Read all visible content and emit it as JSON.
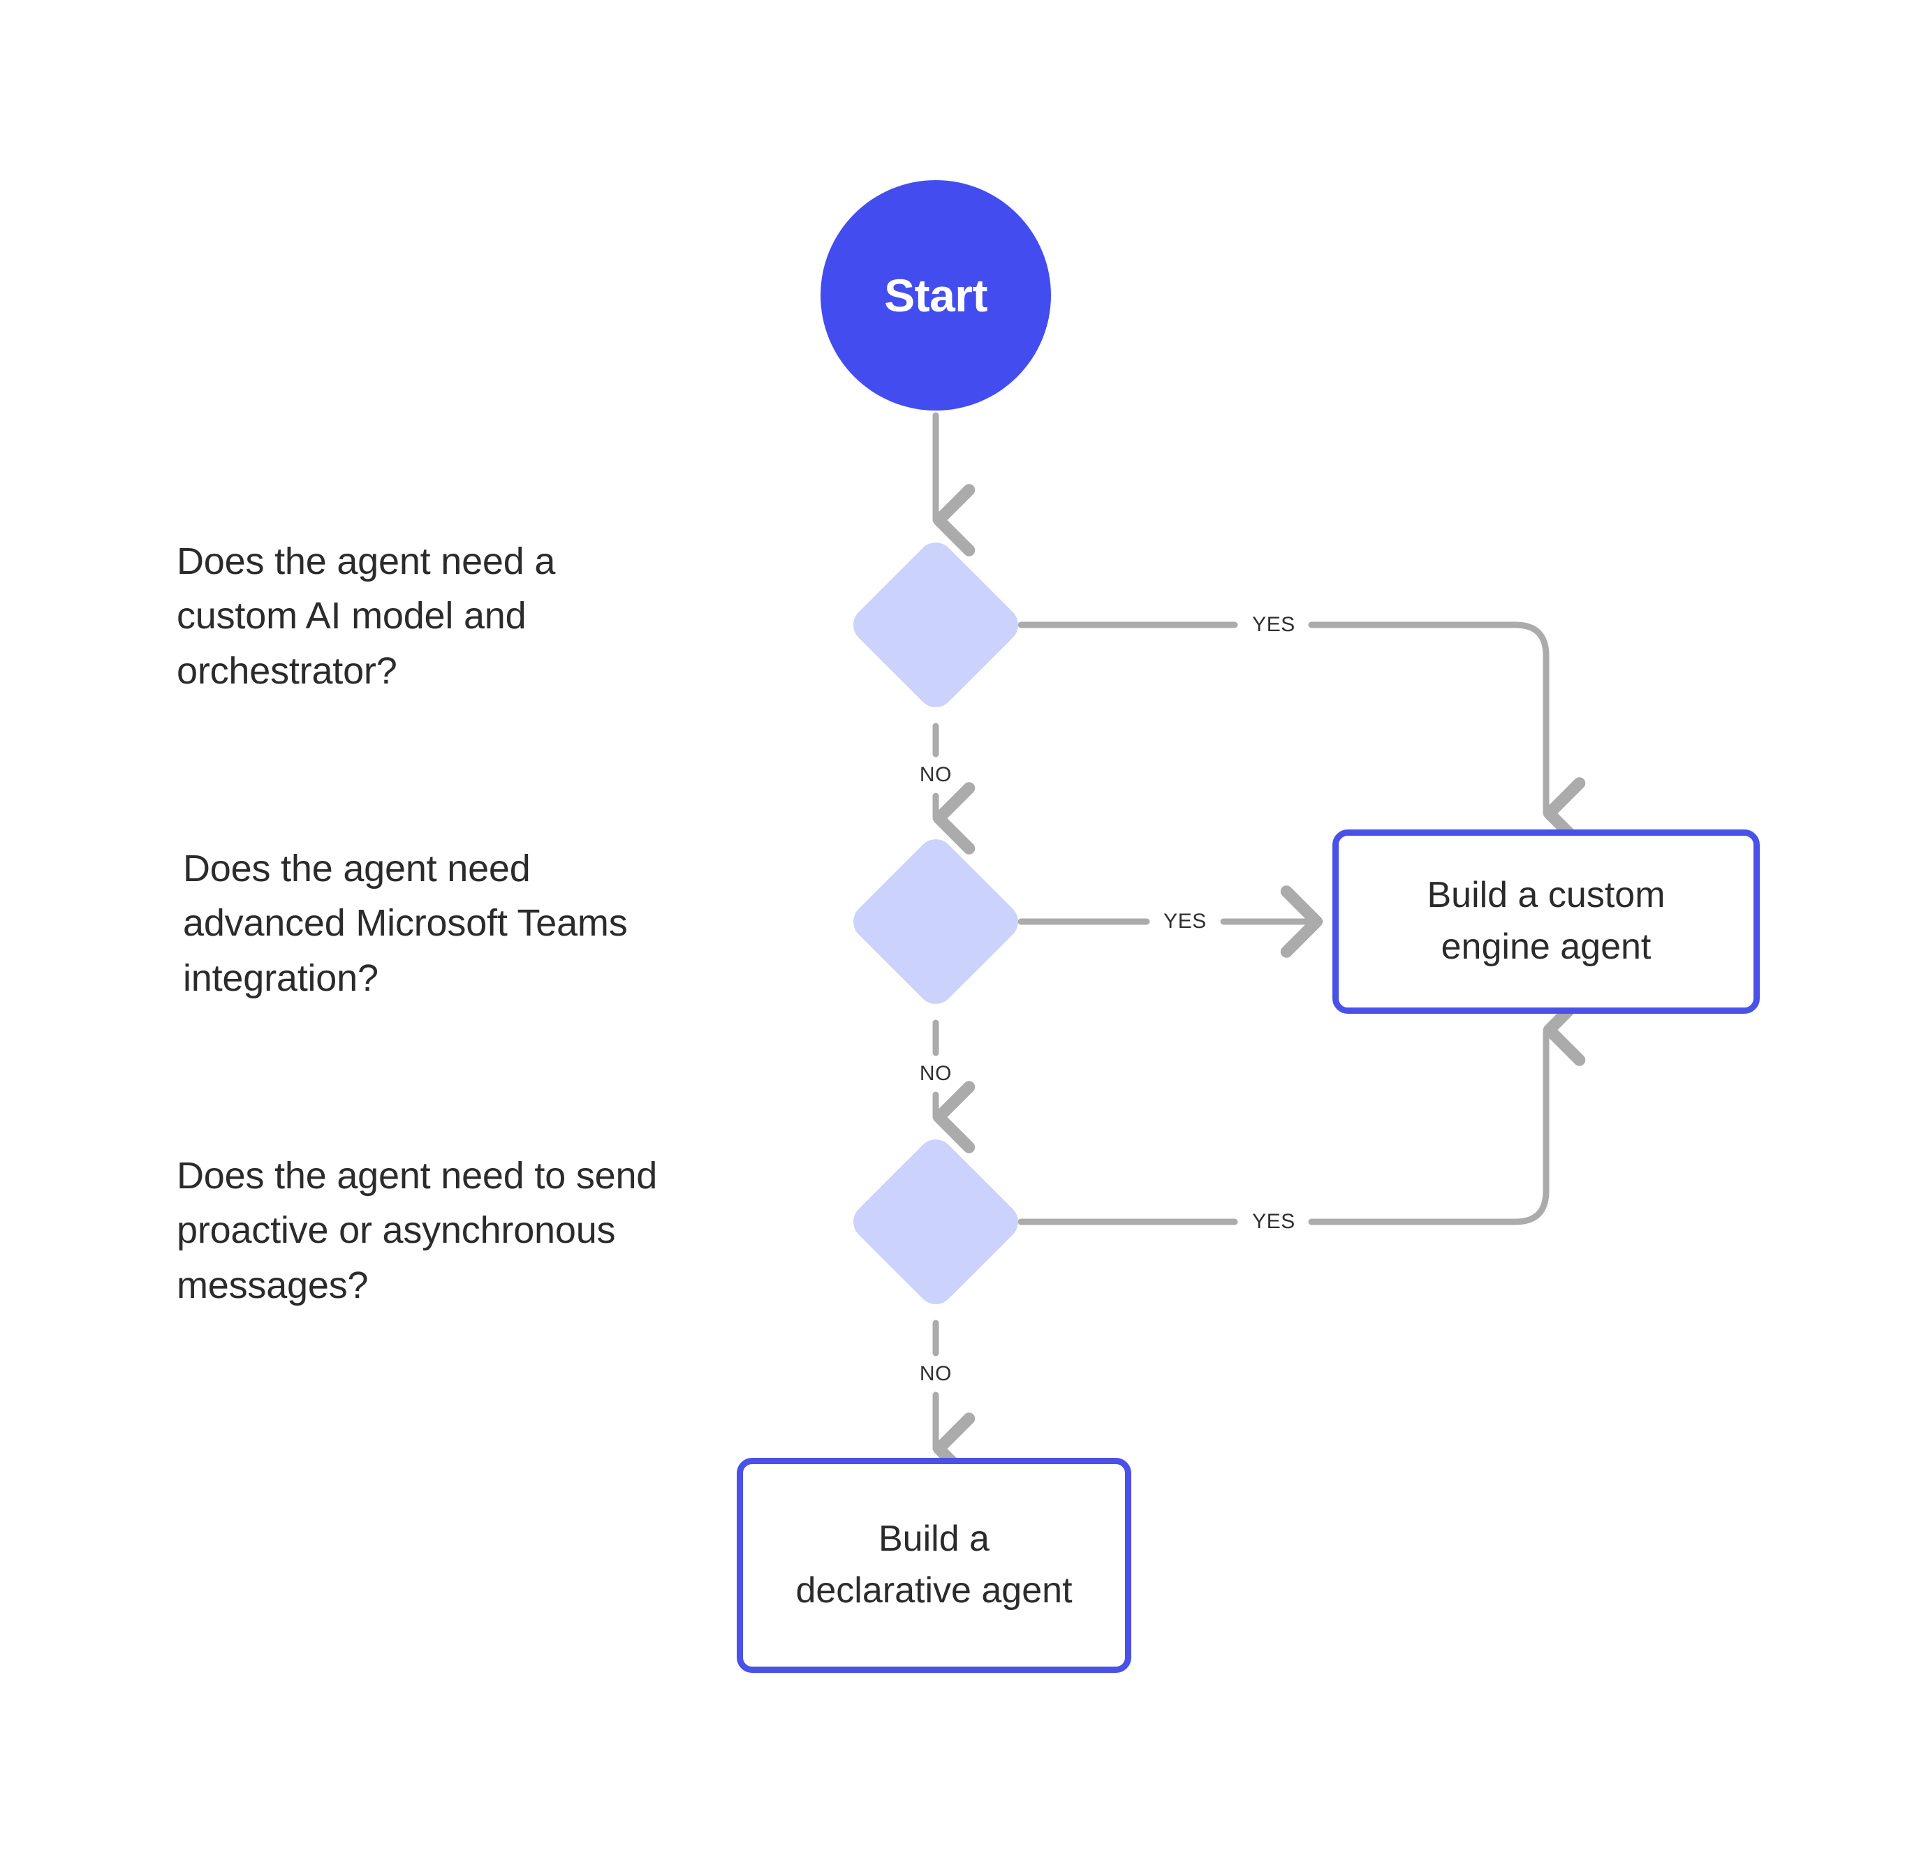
{
  "diagram": {
    "title": "Agent type decision flowchart",
    "colors": {
      "start_fill": "#434DEF",
      "decision_fill": "#CBD2FB",
      "outcome_border": "#4A51E8",
      "outcome_fill": "#FFFFFF",
      "connector": "#ABABAB",
      "text": "#2B2B2B",
      "background": "#FFFFFF"
    },
    "start": {
      "label": "Start",
      "shape": "circle"
    },
    "decisions": [
      {
        "id": "decision-1",
        "shape": "diamond",
        "question": "Does the agent need a\ncustom AI model  and\norchestrator?",
        "yes_label": "YES",
        "no_label": "NO",
        "yes_target": "Build a custom engine agent",
        "no_target": "decision-2"
      },
      {
        "id": "decision-2",
        "shape": "diamond",
        "question": " Does the agent need\nadvanced Microsoft Teams\nintegration?",
        "yes_label": "YES",
        "no_label": "NO",
        "yes_target": "Build a custom engine agent",
        "no_target": "decision-3"
      },
      {
        "id": "decision-3",
        "shape": "diamond",
        "question": "Does the agent need to send\nproactive or asynchronous\nmessages?",
        "yes_label": "YES",
        "no_label": "NO",
        "yes_target": "Build a custom engine agent",
        "no_target": "Build a declarative agent"
      }
    ],
    "outcomes": [
      {
        "id": "outcome-custom-engine",
        "label": "Build a custom\nengine agent",
        "shape": "rounded-rectangle"
      },
      {
        "id": "outcome-declarative",
        "label": "Build a\ndeclarative agent",
        "shape": "rounded-rectangle"
      }
    ]
  }
}
